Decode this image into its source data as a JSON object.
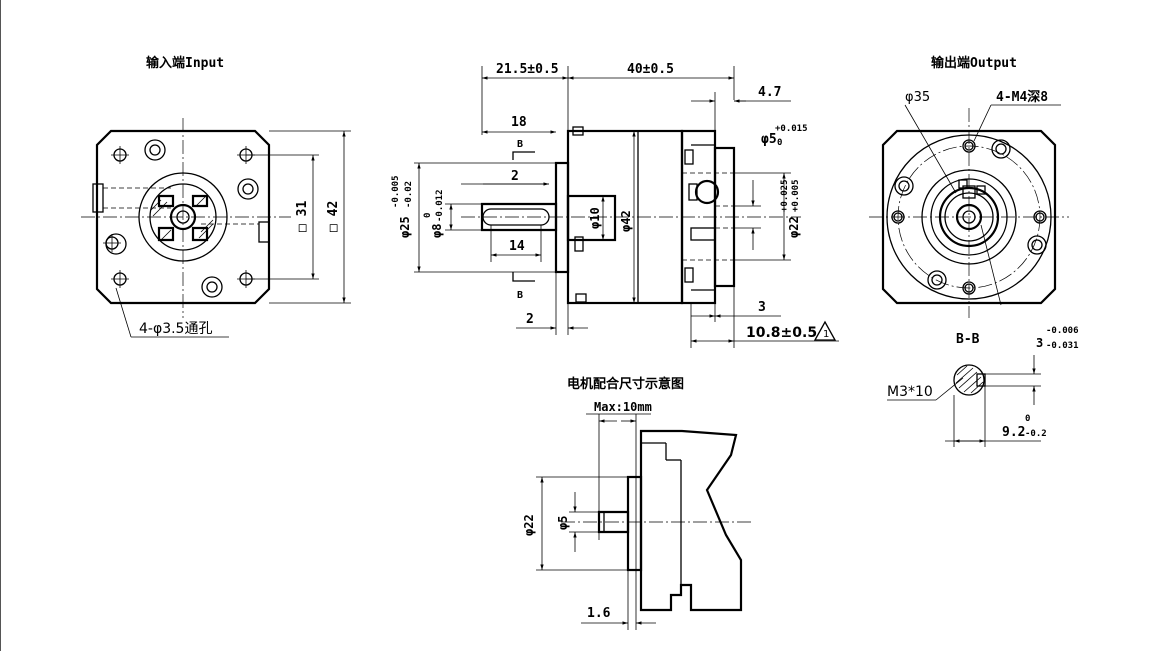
{
  "titles": {
    "input_view": "输入端Input",
    "output_view": "输出端Output",
    "motor_fit": "电机配合尺寸示意图",
    "section": "B-B"
  },
  "input_dims": {
    "holes": "4-φ3.5通孔",
    "square_31": "□ 31",
    "square_42": "□ 42"
  },
  "side_dims": {
    "d_21_5": "21.5±0.5",
    "d_40": "40±0.5",
    "d_4_7": "4.7",
    "d_18": "18",
    "d_2_top": "2",
    "d_14": "14",
    "d_2_bottom": "2",
    "d_3": "3",
    "d_10_8": "10.8±0.5",
    "warn_mark": "1",
    "phi25": "φ25",
    "phi25_tol_up": "-0.005",
    "phi25_tol_lo": "-0.02",
    "phi8": "φ8",
    "phi8_tol_up": "0",
    "phi8_tol_lo": "-0.012",
    "phi10": "φ10",
    "phi42": "φ42",
    "phi5": "φ5",
    "phi5_tol_up": "+0.015",
    "phi5_tol_lo": "0",
    "phi22": "φ22",
    "phi22_tol_up": "+0.025",
    "phi22_tol_lo": "+0.005",
    "sec_b_top": "B",
    "sec_b_bottom": "B"
  },
  "output_dims": {
    "phi35": "φ35",
    "m4": "4-M4深8"
  },
  "section_dims": {
    "m3": "M3*10",
    "d3": "3",
    "d3_tol_up": "-0.006",
    "d3_tol_lo": "-0.031",
    "d9_2": "9.2",
    "d9_2_tol_up": "0",
    "d9_2_tol_lo": "-0.2"
  },
  "motor_dims": {
    "max": "Max:10mm",
    "phi22": "φ22",
    "phi5": "φ5",
    "d1_6": "1.6"
  }
}
